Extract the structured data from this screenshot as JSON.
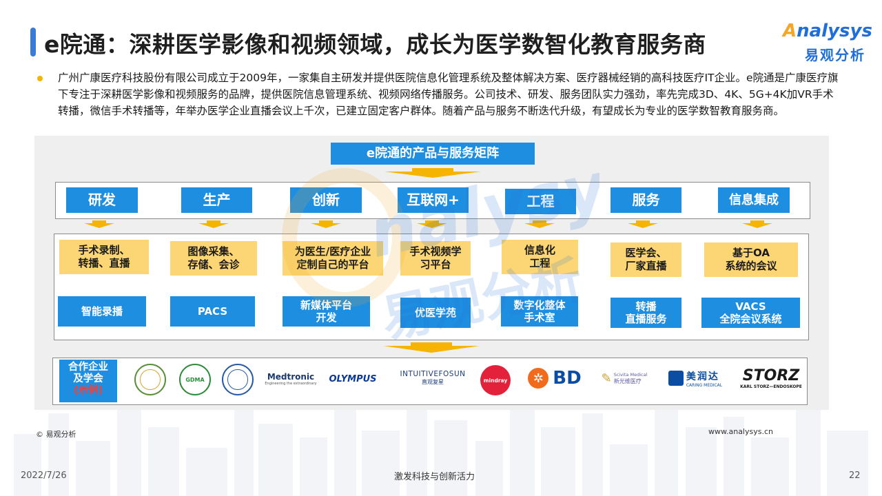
{
  "title": "e院通：深耕医学影像和视频领域，成长为医学数智化教育服务商",
  "logo": {
    "en_first": "A",
    "en_rest": "nalysys",
    "cn": "易观分析"
  },
  "intro": "广州广康医疗科技股份有限公司成立于2009年，一家集自主研发并提供医院信息化管理系统及整体解决方案、医疗器械经销的高科技医疗IT企业。e院通是广康医疗旗下专注于深耕医学影像和视频服务的品牌，提供医院信息管理系统、视频网络传播服务。公司技术、研发、服务团队实力强劲，率先完成3D、4K、5G+4K加VR手术转播，微信手术转播等，年举办医学企业直播会议上千次，已建立固定客户群体。随着产品与服务不断迭代升级，有望成长为专业的医学数智教育服务商。",
  "matrix_title": "e院通的产品与服务矩阵",
  "categories": [
    "研发",
    "生产",
    "创新",
    "互联网+",
    "工程",
    "服务",
    "信息集成"
  ],
  "yellow_boxes": [
    "手术录制、\n转播、直播",
    "图像采集、\n存储、会诊",
    "为医生/医疗企业\n定制自己的平台",
    "手术视频学\n习平台",
    "信息化\n工程",
    "医学会、\n厂家直播",
    "基于OA\n系统的会议"
  ],
  "blue_boxes": [
    "智能录播",
    "PACS",
    "新媒体平台\n开发",
    "优医学苑",
    "数字化整体\n手术室",
    "转播\n直播服务",
    "VACS\n全院会议系统"
  ],
  "partners": {
    "label_line1": "合作企业",
    "label_line2": "及学会",
    "label_line3": "(示例)",
    "logos": [
      {
        "name": "seal-1-icon"
      },
      {
        "name": "gdma-icon",
        "text": "GDMA"
      },
      {
        "name": "seal-3-icon"
      },
      {
        "name": "medtronic-logo",
        "text": "Medtronic",
        "sub": "Engineering the extraordinary"
      },
      {
        "name": "olympus-logo",
        "text": "OLYMPUS"
      },
      {
        "name": "intuitive-fosun-logo",
        "text": "INTUITIVEFOSUN",
        "sub": "直观复星"
      },
      {
        "name": "mindray-logo",
        "text": "mindray"
      },
      {
        "name": "bd-logo",
        "text": "BD"
      },
      {
        "name": "scivita-logo",
        "text": "Scivita Medical",
        "sub": "新光维医疗"
      },
      {
        "name": "caring-medical-logo",
        "text": "美润达",
        "sub": "CARING MEDICAL"
      },
      {
        "name": "storz-logo",
        "text": "STORZ",
        "sub": "KARL STORZ—ENDOSKOPE"
      }
    ]
  },
  "watermark": {
    "en": "nalysys",
    "cn": "易观分析"
  },
  "footer": {
    "copyright": "© 易观分析",
    "website": "www.analysys.cn",
    "date": "2022/7/26",
    "slogan": "激发科技与创新活力",
    "page": "22"
  },
  "colors": {
    "blue": "#1e8fe0",
    "yellow": "#fcd675",
    "orange": "#f5b400",
    "title_bar": "#3a7bd5"
  }
}
